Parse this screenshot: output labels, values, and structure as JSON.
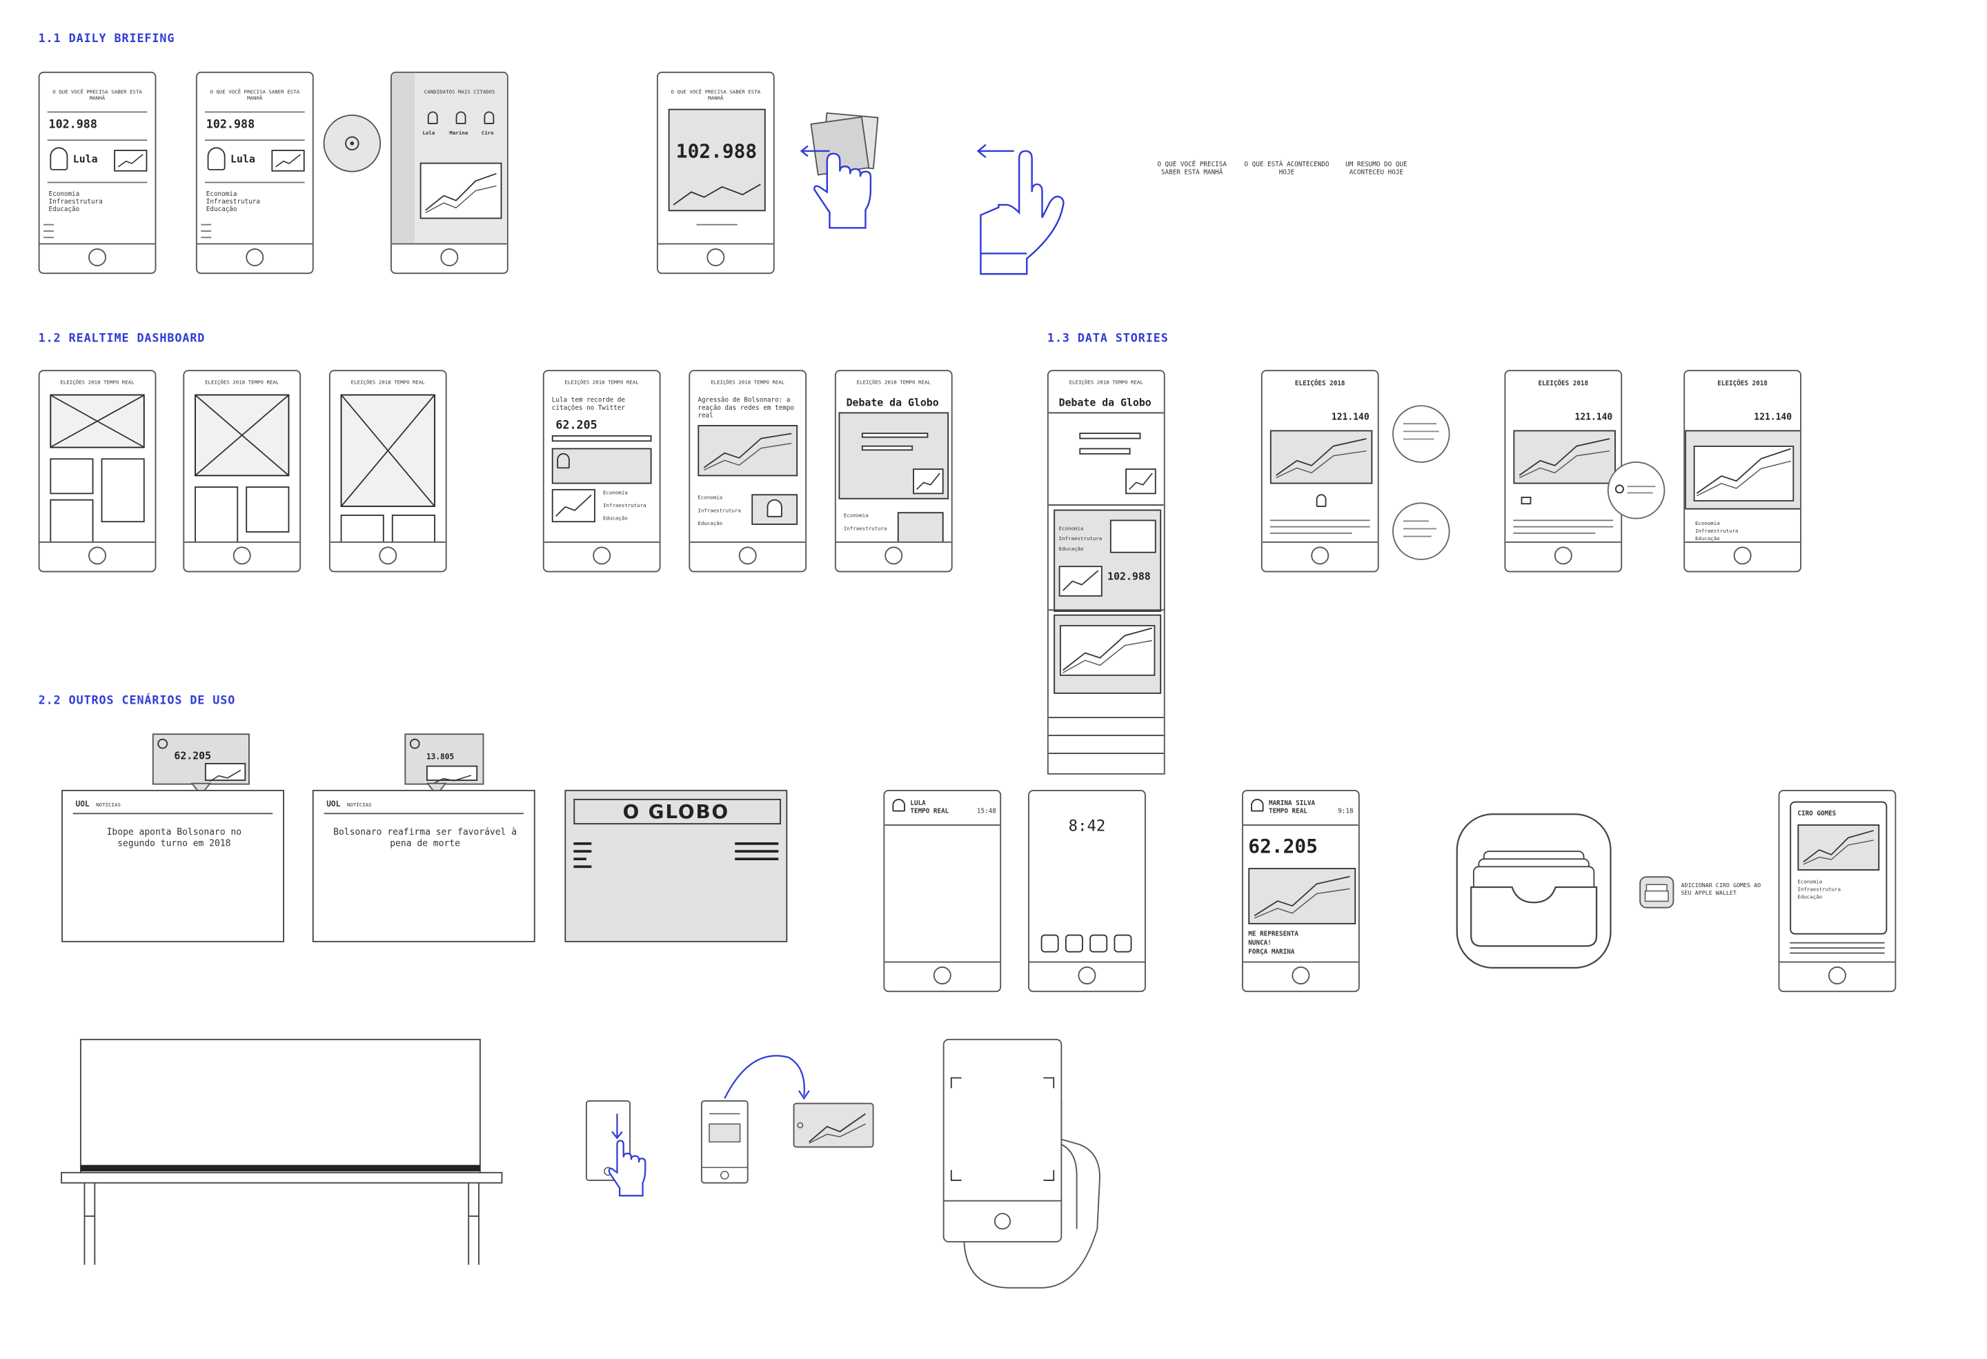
{
  "sections": {
    "daily_briefing": "1.1 DAILY BRIEFING",
    "realtime_dashboard": "1.2 REALTIME DASHBOARD",
    "data_stories": "1.3 DATA STORIES",
    "outros_cenarios": "2.2 OUTROS CENÁRIOS DE USO"
  },
  "briefing": {
    "title": "O QUE VOCÊ PRECISA SABER ESTA MANHÃ",
    "value": "102.988",
    "candidate": "Lula",
    "topics": [
      "Economia",
      "Infraestrutura",
      "Educação"
    ],
    "cited_title": "CANDIDATOS MAIS CITADOS",
    "cited_names": [
      "Lula",
      "Marina",
      "Ciro"
    ],
    "swipe_screens": [
      "O QUE VOCÊ PRECISA SABER ESTA MANHÃ",
      "O QUE ESTÁ ACONTECENDO HOJE",
      "UM RESUMO DO QUE ACONTECEU HOJE"
    ]
  },
  "dashboard": {
    "header": "ELEIÇÕES 2018 TEMPO REAL",
    "lula_headline": "Lula tem recorde de citações no Twitter",
    "lula_value": "62.205",
    "bolsonaro_headline": "Agressão de Bolsonaro: a reação das redes em tempo real",
    "debate_title": "Debate da Globo",
    "topics": [
      "Economia",
      "Infraestrutura",
      "Educação"
    ],
    "dash_value": "102.988"
  },
  "stories": {
    "title": "ELEIÇÕES 2018",
    "value": "121.140"
  },
  "scenarios": {
    "tooltip_value_1": "62.205",
    "tooltip_value_2": "13.805",
    "uol_logo": "UOL",
    "uol_section": "NOTÍCIAS",
    "headline_1": "Ibope aponta Bolsonaro no segundo turno em 2018",
    "headline_2": "Bolsonaro reafirma ser favorável à pena de morte",
    "globo_logo": "O GLOBO",
    "notif_name": "LULA",
    "notif_sub": "TEMPO REAL",
    "notif_time": "15:48",
    "lock_time": "8:42",
    "marina_name": "MARINA SILVA",
    "marina_sub": "TEMPO REAL",
    "marina_time": "9:18",
    "marina_value": "62.205",
    "marina_phrases": [
      "ME REPRESENTA",
      "NUNCA!",
      "FORÇA MARINA"
    ],
    "wallet_add": "ADICIONAR CIRO GOMES AO SEU APPLE WALLET",
    "wallet_card_title": "CIRO GOMES",
    "wallet_topics": [
      "Economia",
      "Infraestrutura",
      "Educação"
    ]
  },
  "colors": {
    "accent": "#2f3bd6",
    "stroke": "#222222",
    "fill": "#e3e3e3"
  }
}
